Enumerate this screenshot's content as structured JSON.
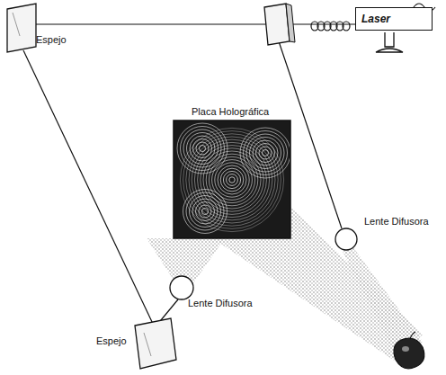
{
  "diagram": {
    "nodes": [
      {
        "text": [
          "Laser"
        ]
      }
    ],
    "labels": [
      "Espejo",
      "Placa Holográfica",
      "Lente Difusora",
      "Lente Difusora",
      "Espejo"
    ]
  }
}
